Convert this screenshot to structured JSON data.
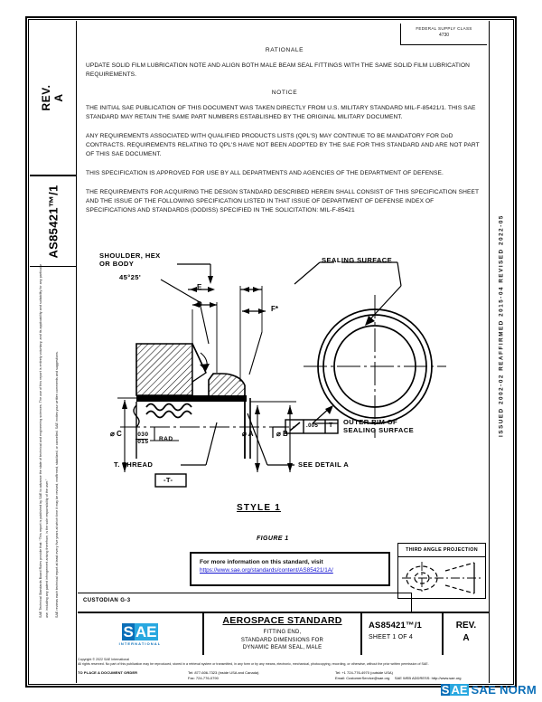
{
  "header": {
    "federal_supply_class_line1": "FEDERAL SUPPLY CLASS",
    "federal_supply_class_line2": "4730"
  },
  "left_margin": {
    "rev_label": "REV.",
    "rev_value": "A",
    "doc_number": "AS85421™/1",
    "disclaimer_p1": "SAE Technical Standards Board Rules provide that: “This report is published by SAE to advance the state of technical and engineering sciences. The use of this report is entirely voluntary, and its applicability and suitability for any particular use, including any patent infringement arising therefrom, is the sole responsibility of the user.”",
    "disclaimer_p2": "SAE reviews each technical report at least every five years at which time it may be revised, reaffirmed, stabilized, or cancelled. SAE invites your written comments and suggestions."
  },
  "right_margin": {
    "dates": "ISSUED  2002-02        REAFFIRMED  2015-04        REVISED  2022-05"
  },
  "body": {
    "rationale_heading": "RATIONALE",
    "rationale_text": "UPDATE SOLID FILM LUBRICATION NOTE AND ALIGN BOTH MALE BEAM SEAL FITTINGS WITH THE SAME SOLID FILM LUBRICATION REQUIREMENTS.",
    "notice_heading": "NOTICE",
    "notice_text": "THE INITIAL SAE PUBLICATION OF THIS DOCUMENT WAS TAKEN DIRECTLY FROM U.S. MILITARY STANDARD MIL-F-85421/1. THIS SAE STANDARD MAY RETAIN THE SAME PART NUMBERS ESTABLISHED BY THE ORIGINAL MILITARY DOCUMENT.",
    "qpl_text": "ANY REQUIREMENTS ASSOCIATED WITH QUALIFIED PRODUCTS LISTS (QPL'S) MAY CONTINUE TO BE MANDATORY FOR DoD CONTRACTS. REQUIREMENTS RELATING TO QPL'S HAVE NOT BEEN ADOPTED BY THE SAE FOR THIS STANDARD AND ARE NOT PART OF THIS SAE DOCUMENT.",
    "approval_text": "THIS SPECIFICATION IS APPROVED FOR USE BY ALL DEPARTMENTS AND AGENCIES OF THE DEPARTMENT OF DEFENSE.",
    "requirements_text": "THE REQUIREMENTS FOR ACQUIRING THE DESIGN STANDARD DESCRIBED HEREIN SHALL CONSIST OF THIS SPECIFICATION SHEET AND THE ISSUE OF THE FOLLOWING SPECIFICATION LISTED IN THAT ISSUE OF DEPARTMENT OF DEFENSE INDEX OF SPECIFICATIONS AND STANDARDS (DODISS) SPECIFIED IN THE SOLICITATION: MIL-F-85421"
  },
  "drawing": {
    "label_shoulder": "SHOULDER, HEX\nOR BODY",
    "label_angle": "45°25'",
    "label_E": "E",
    "label_D": "D",
    "label_F": "F*",
    "label_sealing_surface": "SEALING SURFACE",
    "label_outer_rim": "OUTER RIM OF\nSEALING SURFACE",
    "label_dia_C": "⌀ C",
    "label_dia_A": "⌀ A",
    "label_dia_B": "⌀ B",
    "label_rad_upper": ".030",
    "label_rad_lower": ".015",
    "label_rad_word": "RAD",
    "label_thread": "T. THREAD",
    "label_datum": "-T-",
    "label_see_detail": "SEE DETAIL A",
    "label_fcf_value": ".005",
    "label_fcf_datum": "T",
    "style_label": "STYLE 1",
    "figure_label": "FIGURE 1"
  },
  "url_box": {
    "prompt": "For more information on this standard, visit",
    "url": "https://www.sae.org/standards/content/AS85421/1A/"
  },
  "projection_box": {
    "title": "THIRD ANGLE PROJECTION"
  },
  "custodian": {
    "text": "CUSTODIAN  G-3"
  },
  "title_block": {
    "logo_s": "S",
    "logo_ae": "AE",
    "logo_sub": "INTERNATIONAL",
    "standard_type": "AEROSPACE STANDARD",
    "subtitle_line1": "FITTING END,",
    "subtitle_line2": "STANDARD DIMENSIONS FOR",
    "subtitle_line3": "DYNAMIC BEAM SEAL, MALE",
    "doc_number": "AS85421™/1",
    "sheet": "SHEET 1 OF 4",
    "rev_label": "REV.",
    "rev_value": "A"
  },
  "footer": {
    "copyright": "Copyright © 2022 SAE International",
    "rights": "All rights reserved.  No part of this publication may be reproduced, stored in a retrieval system or transmitted, in any form or by any means, electronic, mechanical, photocopying, recording, or otherwise, without the prior written permission of SAE.",
    "order_label": "TO PLACE A DOCUMENT ORDER",
    "tel_inside": "Tel:        877-606-7323 (inside USA and Canada)",
    "fax": "Fax:       724-776-0790",
    "tel_outside": "Tel:   +1 724-776-4970 (outside USA)",
    "email": "Email:  CustomerService@sae.org",
    "web_label": "SAE WEB ADDRESS:",
    "web_url": "http://www.sae.org"
  },
  "watermark": {
    "logo_s": "S",
    "logo_ae": "AE",
    "text": "SAE NORM"
  },
  "colors": {
    "link": "#1414d0",
    "sae_dark_blue": "#0b6fb8",
    "sae_light_blue": "#29a8e0"
  }
}
